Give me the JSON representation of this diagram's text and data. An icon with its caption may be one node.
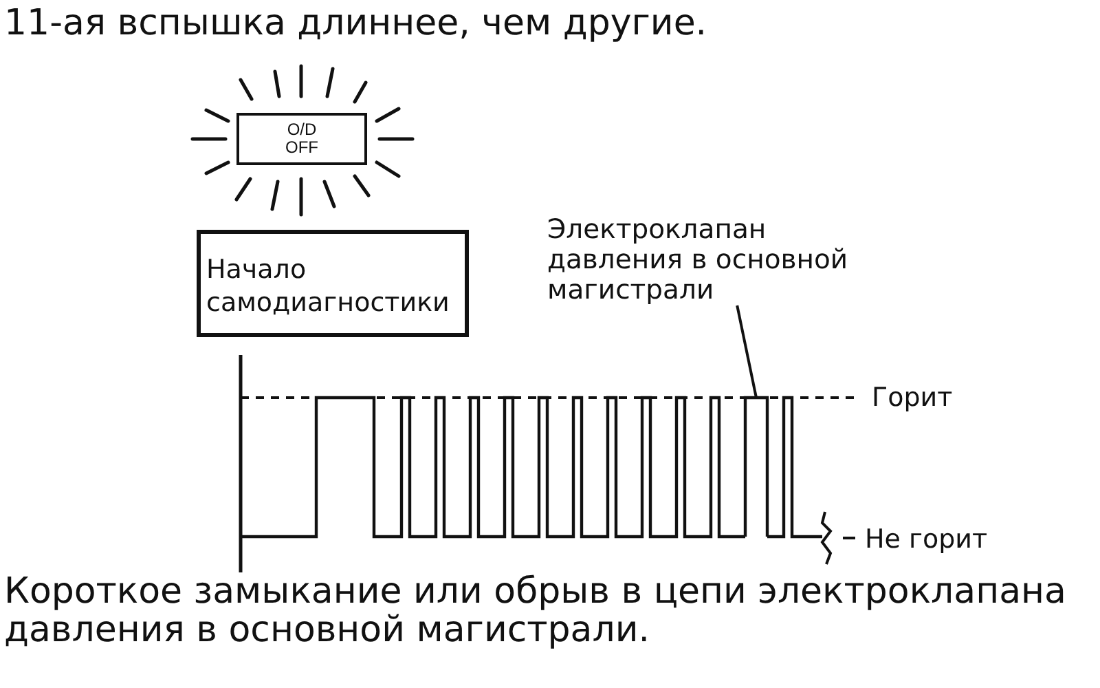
{
  "diagram": {
    "title": "11-ая вспышка длиннее, чем другие.",
    "caption": "Короткое замыкание или обрыв в цепи электроклапана давления в основной магистрали.",
    "nodes": [
      {
        "text": [
          "O/D OFF"
        ]
      },
      {
        "text": [
          "Начало самодиагностики"
        ]
      },
      {
        "text": [
          "Электроклапан давления в основной магистрали"
        ]
      },
      {
        "text": [],
        "shape": "bar"
      }
    ],
    "edges": [
      {
        "from": 2,
        "to": 3,
        "arrow": "none"
      }
    ],
    "labels": [
      "Горит",
      "Не горит"
    ]
  }
}
